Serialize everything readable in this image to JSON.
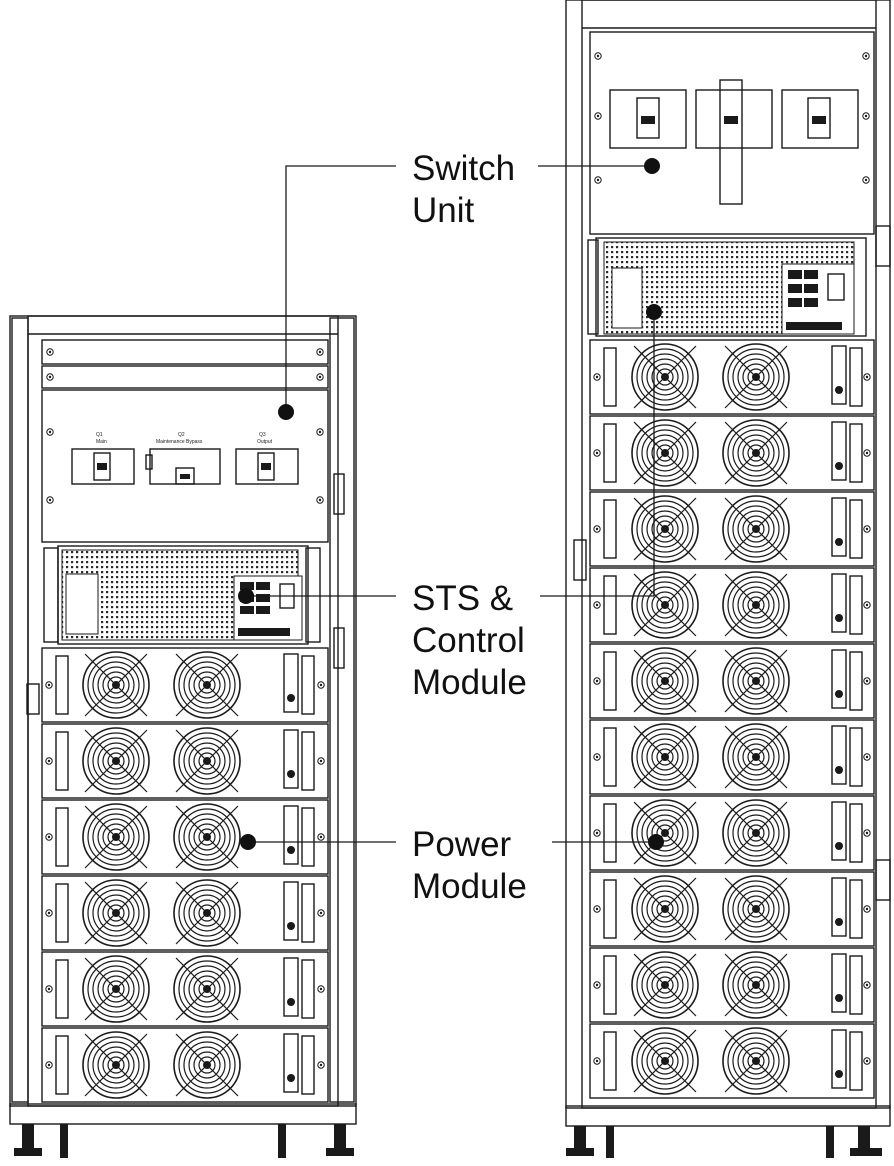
{
  "labels": {
    "switch_unit": [
      "Switch",
      "Unit"
    ],
    "sts_control": [
      "STS &",
      "Control",
      "Module"
    ],
    "power_module": [
      "Power",
      "Module"
    ]
  },
  "switch_panel": {
    "q1": {
      "name": "Q1",
      "sub": "Main"
    },
    "q2": {
      "name": "Q2",
      "sub": "Maintenance Bypass"
    },
    "q3": {
      "name": "Q3",
      "sub": "Output"
    }
  },
  "cabinets": {
    "left": {
      "power_modules": 6
    },
    "right": {
      "power_modules": 10
    }
  },
  "colors": {
    "line": "#1a1a1a",
    "background": "#ffffff"
  }
}
